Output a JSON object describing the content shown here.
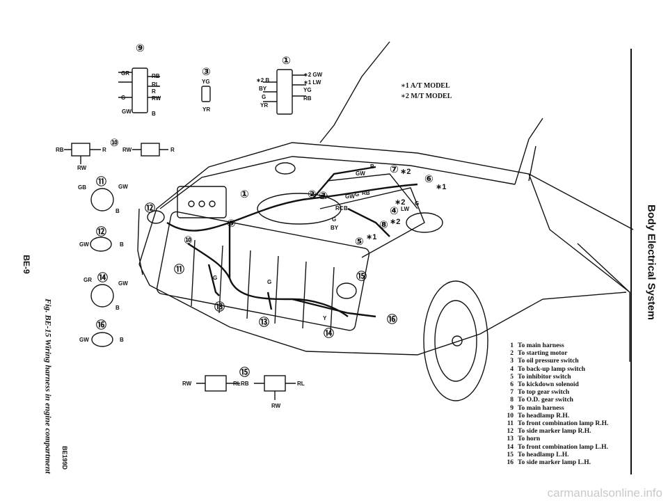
{
  "page": {
    "section_title": "Body Electrical System",
    "page_number": "BE-9",
    "figure_caption": "Fig. BE-15  Wiring harness in engine compartment",
    "figure_code": "BE199D",
    "watermark": "carmanualsonline.info"
  },
  "models": [
    "∗1 A/T MODEL",
    "∗2 M/T MODEL"
  ],
  "legend": [
    {
      "n": "1",
      "text": "To main harness"
    },
    {
      "n": "2",
      "text": "To starting motor"
    },
    {
      "n": "3",
      "text": "To oil pressure switch"
    },
    {
      "n": "4",
      "text": "To back-up lamp switch"
    },
    {
      "n": "5",
      "text": "To inhibitor switch"
    },
    {
      "n": "6",
      "text": "To kickdown solenoid"
    },
    {
      "n": "7",
      "text": "To top gear switch"
    },
    {
      "n": "8",
      "text": "To O.D. gear switch"
    },
    {
      "n": "9",
      "text": "To main harness"
    },
    {
      "n": "10",
      "text": "To headlamp R.H."
    },
    {
      "n": "11",
      "text": "To front combination lamp R.H."
    },
    {
      "n": "12",
      "text": "To side marker lamp R.H."
    },
    {
      "n": "13",
      "text": "To horn"
    },
    {
      "n": "14",
      "text": "To front combination lamp L.H."
    },
    {
      "n": "15",
      "text": "To headlamp L.H."
    },
    {
      "n": "16",
      "text": "To side marker lamp L.H."
    }
  ],
  "callouts": {
    "c1": "①",
    "c2": "②",
    "c3": "③",
    "c4": "④",
    "c5": "⑤",
    "c6": "⑥",
    "c7": "⑦",
    "c8": "⑧",
    "c9": "⑨",
    "c10": "⑩",
    "c11": "⑪",
    "c12": "⑫",
    "c13": "⑬",
    "c14": "⑭",
    "c15": "⑮",
    "c16": "⑯",
    "star1": "∗1",
    "star2": "∗2"
  },
  "wire_colors": {
    "RB": "RB",
    "RL": "RL",
    "R": "R",
    "RW": "RW",
    "G": "G",
    "GW": "GW",
    "B": "B",
    "GR": "GR",
    "GB": "GB",
    "YG": "YG",
    "YR": "YR",
    "BY": "BY",
    "LW": "LW",
    "Y": "Y",
    "RC": "RC",
    "star2B": "∗2 B",
    "star2GW": "∗2 GW",
    "star1LW": "∗1 LW"
  }
}
